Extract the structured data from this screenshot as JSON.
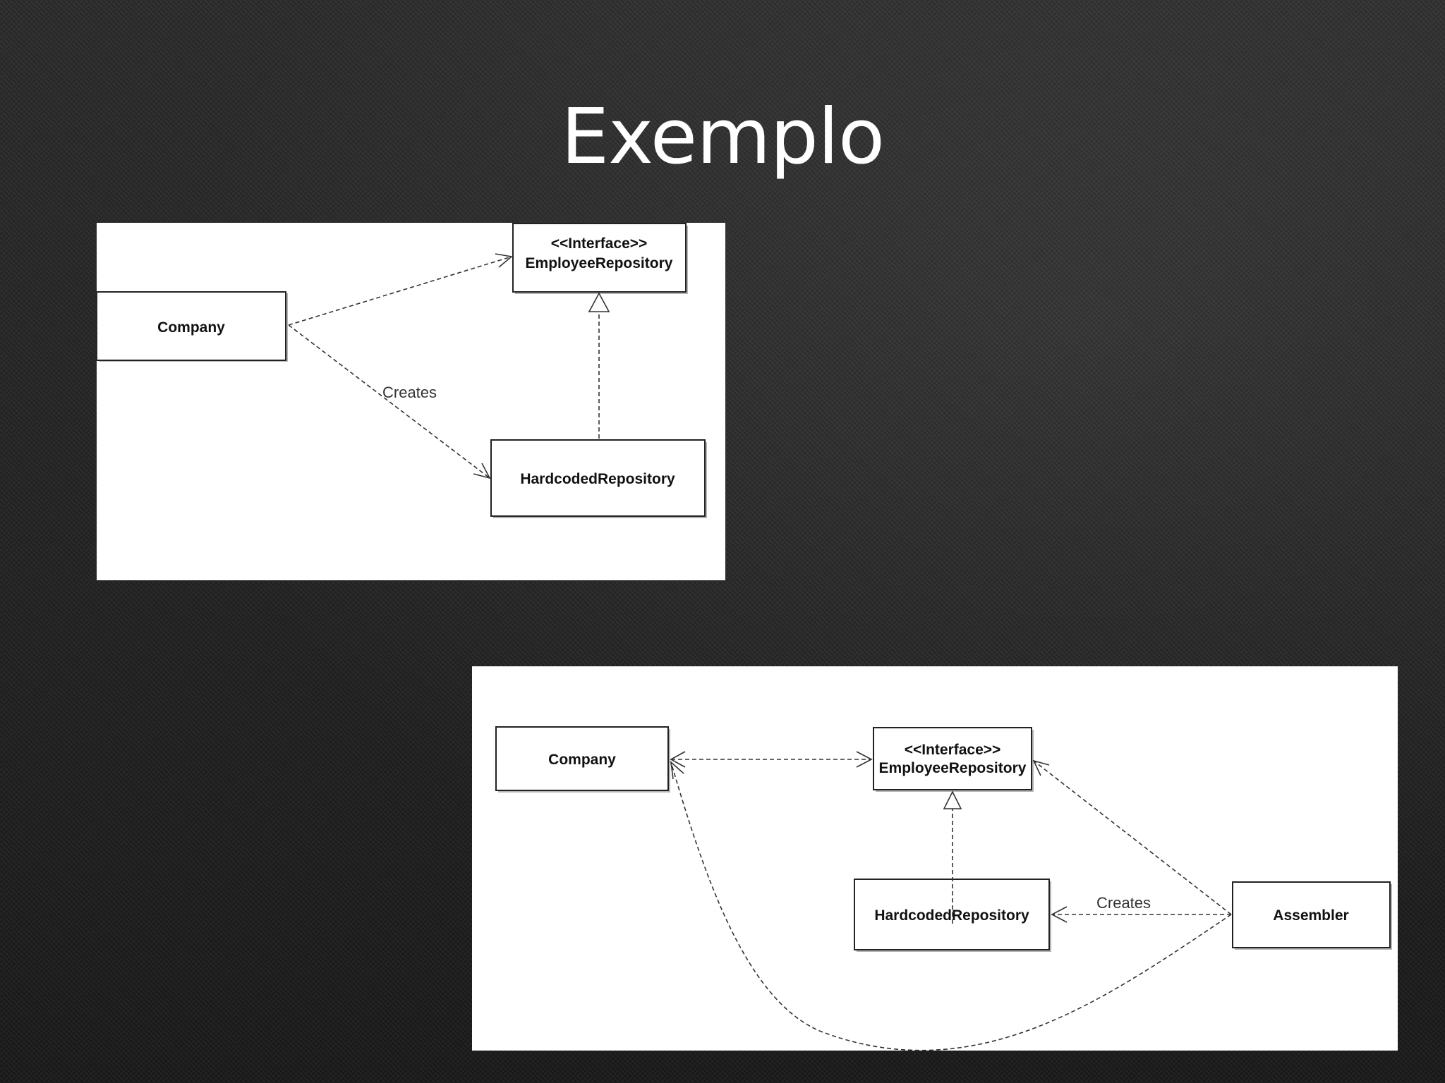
{
  "slide": {
    "title": "Exemplo"
  },
  "diagram_top": {
    "nodes": {
      "company": "Company",
      "interface_stereotype": "<<Interface>>",
      "interface_name": "EmployeeRepository",
      "hardcoded": "HardcodedRepository"
    },
    "edges": {
      "creates_label": "Creates"
    }
  },
  "diagram_bottom": {
    "nodes": {
      "company": "Company",
      "interface_stereotype": "<<Interface>>",
      "interface_name": "EmployeeRepository",
      "hardcoded": "HardcodedRepository",
      "assembler": "Assembler"
    },
    "edges": {
      "creates_label": "Creates"
    }
  },
  "colors": {
    "background": "#1d1d1d",
    "title": "#ffffff",
    "panel": "#ffffff",
    "line": "#333333"
  }
}
